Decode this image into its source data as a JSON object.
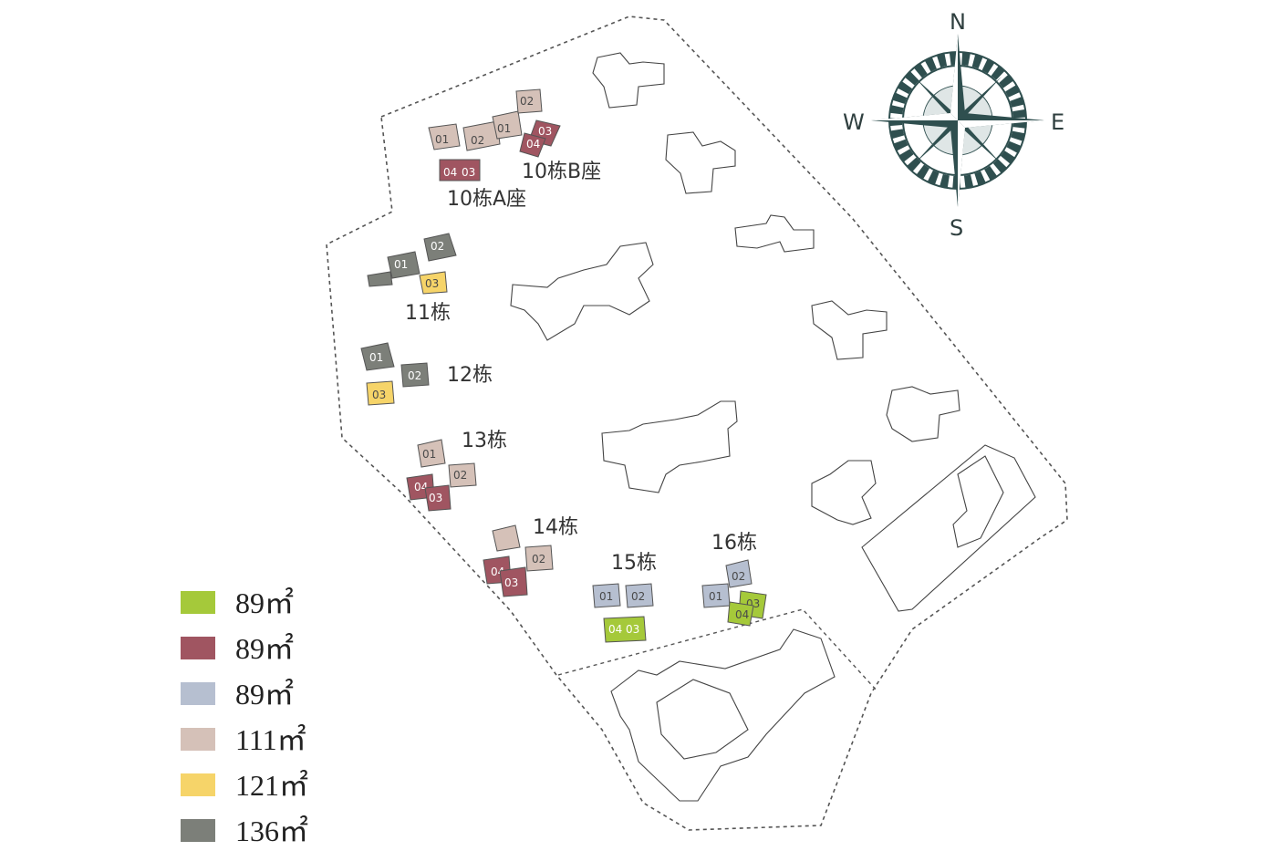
{
  "compass": {
    "n": "N",
    "s": "S",
    "e": "E",
    "w": "W"
  },
  "buildings": {
    "b10a": "10栋A座",
    "b10b": "10栋B座",
    "b11": "11栋",
    "b12": "12栋",
    "b13": "13栋",
    "b14": "14栋",
    "b15": "15栋",
    "b16": "16栋"
  },
  "units": {
    "u10a_01": "01",
    "u10a_02": "02",
    "u10a_04": "04",
    "u10a_03": "03",
    "u10b_01": "01",
    "u10b_02": "02",
    "u10b_03": "03",
    "u10b_04": "04",
    "u11_01": "01",
    "u11_02": "02",
    "u11_03": "03",
    "u12_01": "01",
    "u12_02": "02",
    "u12_03": "03",
    "u13_01": "01",
    "u13_02": "02",
    "u13_04": "04",
    "u13_03": "03",
    "u14_02": "02",
    "u14_04": "04",
    "u14_03": "03",
    "u15_01": "01",
    "u15_02": "02",
    "u15_04": "04",
    "u15_03": "03",
    "u16_02": "02",
    "u16_01": "01",
    "u16_03": "03",
    "u16_04": "04"
  },
  "legend": [
    {
      "label": "89㎡",
      "color": "#a5c93a"
    },
    {
      "label": "89㎡",
      "color": "#a05561"
    },
    {
      "label": "89㎡",
      "color": "#b6bfd0"
    },
    {
      "label": "111㎡",
      "color": "#d5c1b8"
    },
    {
      "label": "121㎡",
      "color": "#f6d469"
    },
    {
      "label": "136㎡",
      "color": "#7c7f79"
    }
  ]
}
